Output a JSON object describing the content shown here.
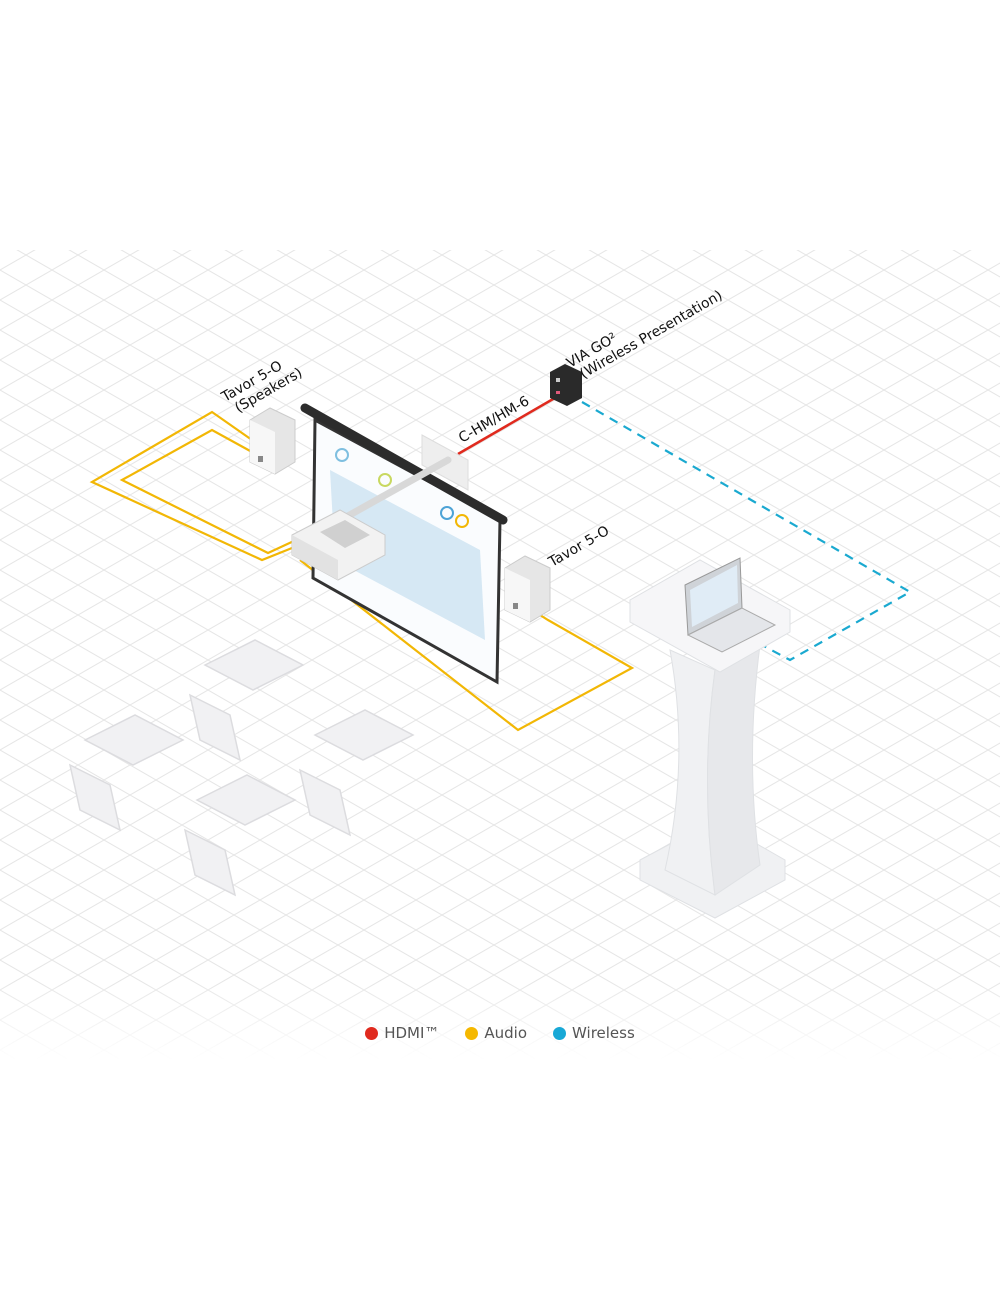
{
  "labels": {
    "speakers_left_line1": "Tavor 5-O",
    "speakers_left_line2": "(Speakers)",
    "speaker_right": "Tavor 5-O",
    "cable": "C-HM/HM-6",
    "via_line1": "VIA GO²",
    "via_line2": "(Wireless Presentation)"
  },
  "legend": [
    {
      "label": "HDMI™",
      "color": "#e02a1e"
    },
    {
      "label": "Audio",
      "color": "#f5b800"
    },
    {
      "label": "Wireless",
      "color": "#18a8d6"
    }
  ],
  "colors": {
    "hdmi": "#e02a1e",
    "audio": "#f2b705",
    "wireless": "#1aa9d0",
    "grid": "#ececec"
  }
}
